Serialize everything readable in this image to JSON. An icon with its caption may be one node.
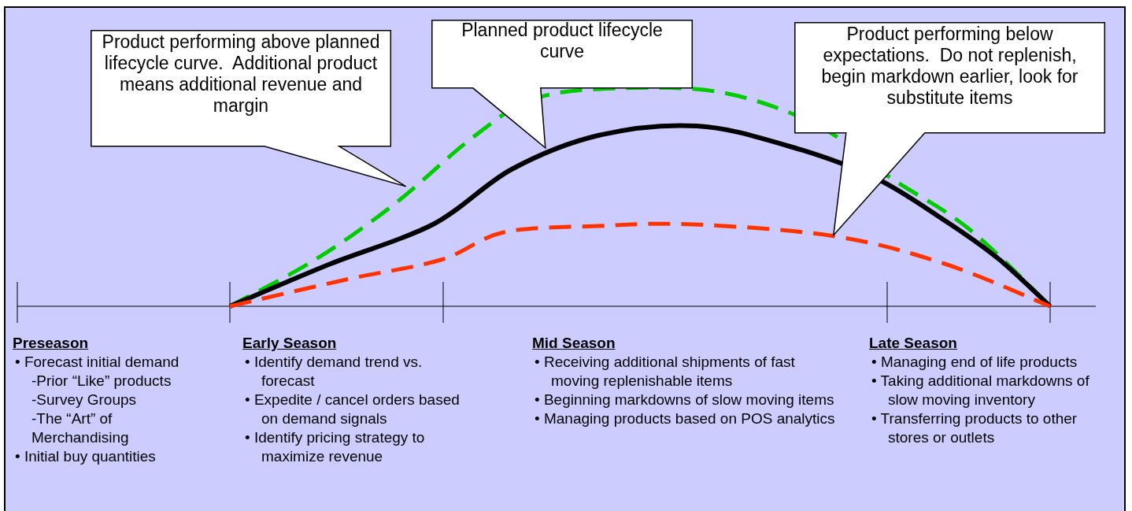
{
  "diagram": {
    "nodes": [
      {
        "text": [
          "Product performing above planned lifecycle curve.  Additional product means additional revenue and margin"
        ]
      },
      {
        "text": [
          "Planned product lifecycle curve"
        ]
      },
      {
        "text": [
          "Product performing below expectations.  Do not replenish, begin markdown earlier, look for substitute items"
        ]
      }
    ],
    "labels": [
      "Preseason",
      "• Forecast initial demand",
      "-Prior “Like” products",
      "-Survey Groups",
      "-The “Art” of Merchandising",
      "• Initial buy quantities",
      "Early Season",
      "• Identify demand trend vs. forecast",
      "• Expedite / cancel orders based on demand signals",
      "• Identify pricing strategy to maximize revenue",
      "Mid Season",
      "• Receiving additional shipments of fast moving replenishable items",
      "• Beginning markdowns of slow moving items",
      "• Managing products based on POS analytics",
      "Late Season",
      "• Managing end of life products",
      "• Taking additional markdowns of slow moving inventory",
      "• Transferring products to other stores or outlets"
    ]
  }
}
